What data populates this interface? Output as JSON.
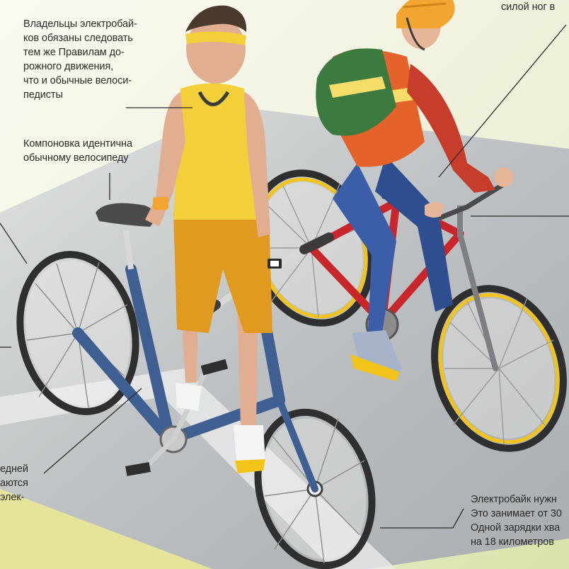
{
  "callouts": {
    "rules": "Владельцы электробай-\nков обязаны следовать\nтем же Правилам до-\nрожного движения,\nчто и обычные велоси-\nпедисты",
    "layout": "Компоновка идентична\nобычному велосипеду",
    "top_right": "силой ног в",
    "left_partial": "едней\nаются\nэлек-",
    "charging": "Электробайк нужн\nЭто занимает от 30\nОдной зарядки хва\nна 18 километров"
  },
  "colors": {
    "front_bike_frame": "#3f5e91",
    "rear_bike_frame": "#c8262b",
    "front_rider_shirt": "#f3cf3a",
    "front_rider_shorts": "#e09a1f",
    "rear_rider_shirt": "#e5622a",
    "rear_rider_jeans": "#3c5ea8",
    "rear_rider_helmet": "#f2a531",
    "backpack": "#3d7a3f",
    "road": "#b9bcbe",
    "grass": "#e8e4a0",
    "rim_yellow": "#f2c41a"
  }
}
